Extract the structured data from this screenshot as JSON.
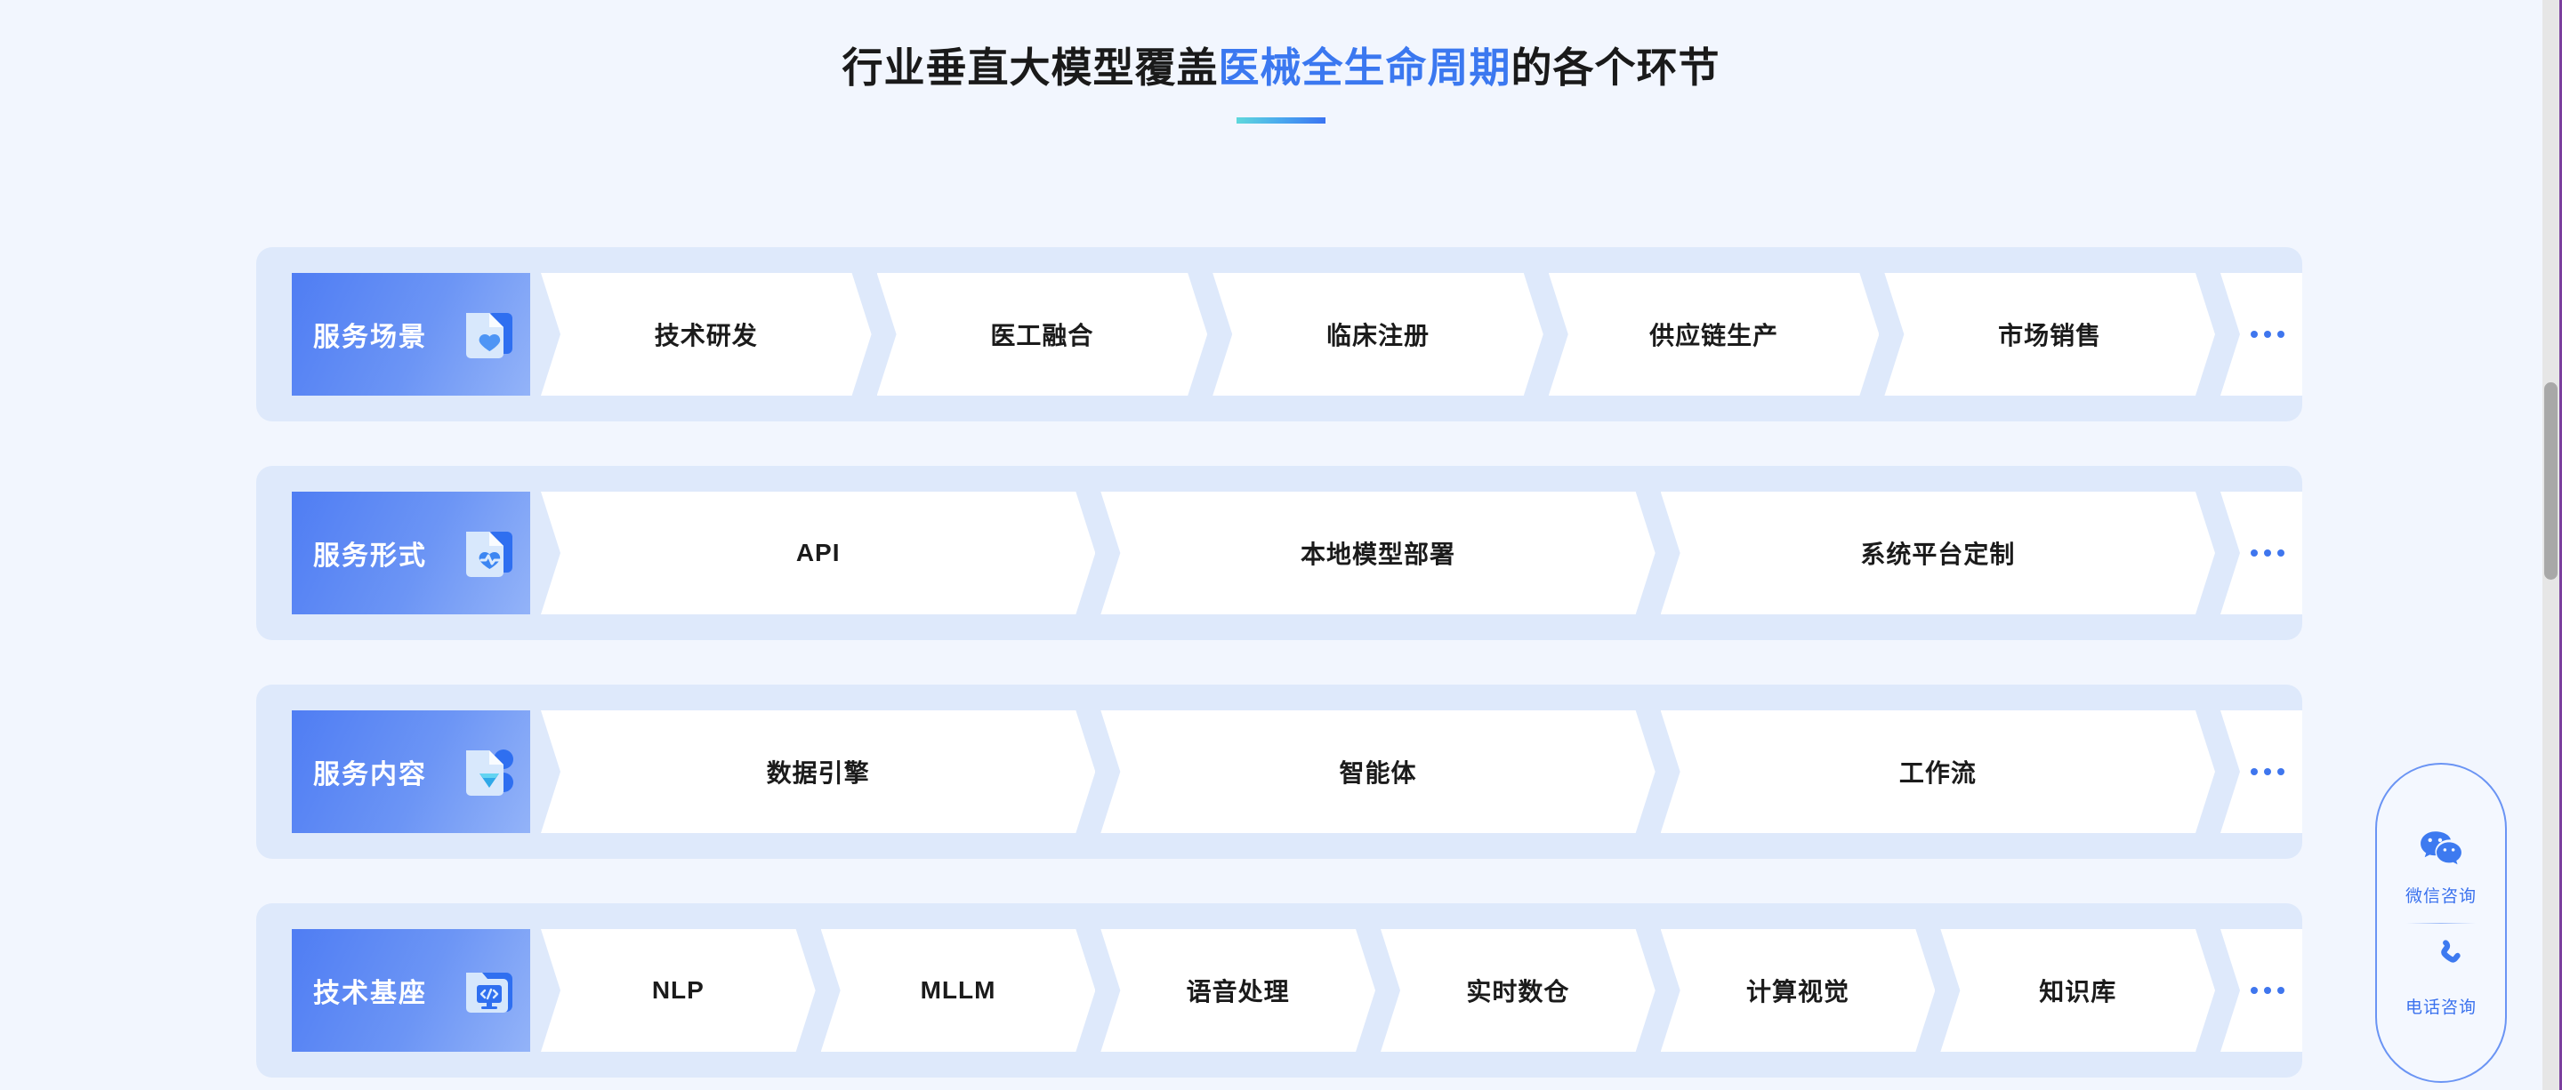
{
  "page": {
    "background_color": "#F2F6FE",
    "band_color": "#DEE9FB",
    "accent_blue": "#3B78F0"
  },
  "header": {
    "title_prefix": "行业垂直大模型覆盖",
    "title_highlight": "医械全生命周期",
    "title_suffix": "的各个环节",
    "rule_gradient_from": "#5FD8DC",
    "rule_gradient_to": "#3B74F2"
  },
  "rows": [
    {
      "label": "服务场景",
      "icon": "document-heart-icon",
      "chips": [
        "技术研发",
        "医工融合",
        "临床注册",
        "供应链生产",
        "市场销售"
      ],
      "more": "•••"
    },
    {
      "label": "服务形式",
      "icon": "document-heartbeat-icon",
      "chips": [
        "API",
        "本地模型部署",
        "系统平台定制"
      ],
      "more": "•••"
    },
    {
      "label": "服务内容",
      "icon": "document-diamond-icon",
      "chips": [
        "数据引擎",
        "智能体",
        "工作流"
      ],
      "more": "•••"
    },
    {
      "label": "技术基座",
      "icon": "folder-code-icon",
      "chips": [
        "NLP",
        "MLLM",
        "语音处理",
        "实时数仓",
        "计算视觉",
        "知识库"
      ],
      "more": "•••"
    }
  ],
  "contact_widget": {
    "wechat_label": "微信咨询",
    "wechat_icon": "wechat-icon",
    "phone_label": "电话咨询",
    "phone_icon": "phone-icon",
    "border_color": "#6A94F4"
  }
}
